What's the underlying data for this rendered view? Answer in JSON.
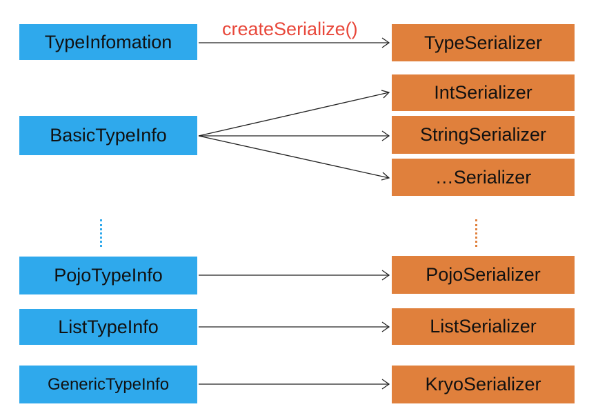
{
  "arrow_label": "createSerialize()",
  "type_info_boxes": [
    "TypeInfomation",
    "BasicTypeInfo",
    "PojoTypeInfo",
    "ListTypeInfo",
    "GenericTypeInfo"
  ],
  "serializer_boxes": [
    "TypeSerializer",
    "IntSerializer",
    "StringSerializer",
    "…Serializer",
    "PojoSerializer",
    "ListSerializer",
    "KryoSerializer"
  ],
  "colors": {
    "type_info": "#2fa9ec",
    "serializer": "#e0803c",
    "label": "#e8473a",
    "arrow": "#222222"
  }
}
